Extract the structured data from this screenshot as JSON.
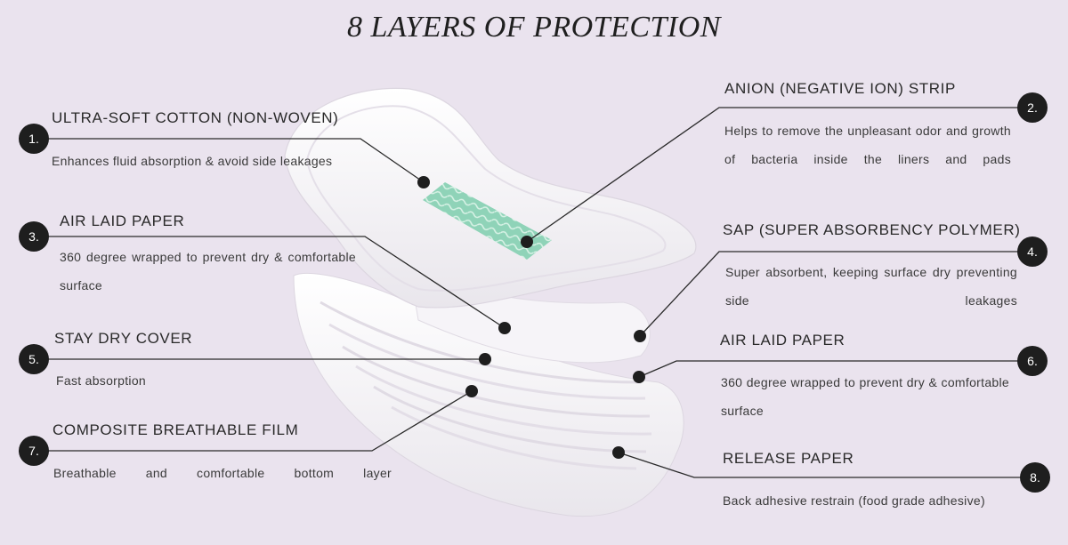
{
  "title": "8 LAYERS OF PROTECTION",
  "layers": [
    {
      "number": "1.",
      "heading": "ULTRA-SOFT COTTON (NON-WOVEN)",
      "description": "Enhances fluid absorption & avoid side leakages"
    },
    {
      "number": "2.",
      "heading": "ANION (NEGATIVE ION) STRIP",
      "description": "Helps to remove the unpleasant odor and growth of bacteria inside the liners and pads"
    },
    {
      "number": "3.",
      "heading": "AIR LAID PAPER",
      "description": "360 degree wrapped to prevent dry & comfortable surface"
    },
    {
      "number": "4.",
      "heading": "SAP (SUPER ABSORBENCY POLYMER)",
      "description": "Super absorbent, keeping surface dry preventing side leakages"
    },
    {
      "number": "5.",
      "heading": "STAY DRY COVER",
      "description": "Fast absorption"
    },
    {
      "number": "6.",
      "heading": "AIR LAID PAPER",
      "description": "360 degree wrapped to prevent dry & comfortable surface"
    },
    {
      "number": "7.",
      "heading": "COMPOSITE BREATHABLE FILM",
      "description": "Breathable and comfortable bottom layer"
    },
    {
      "number": "8.",
      "heading": "RELEASE PAPER",
      "description": "Back adhesive restrain (food grade adhesive)"
    }
  ],
  "colors": {
    "background": "#eae3ee",
    "badge": "#1e1e1e",
    "anion_strip": "#8fd3b8",
    "pad": "#ffffff"
  }
}
